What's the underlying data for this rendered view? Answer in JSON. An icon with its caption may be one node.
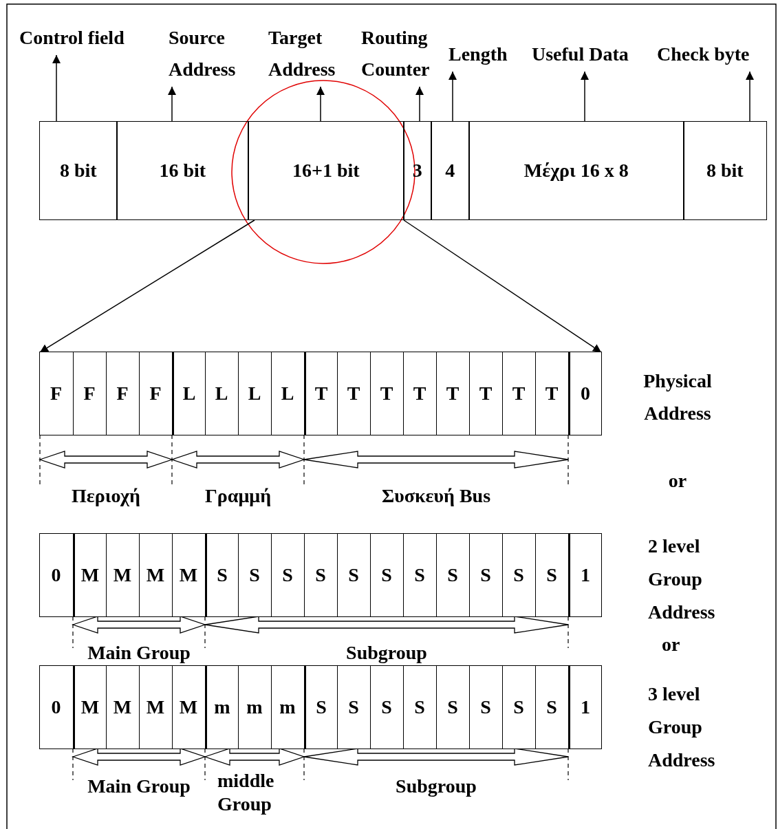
{
  "diagram": {
    "nodes": [
      {
        "text": [
          "8 bit"
        ]
      },
      {
        "text": [
          "16 bit"
        ]
      },
      {
        "text": [
          "16+1 bit"
        ]
      },
      {
        "text": [
          "3"
        ]
      },
      {
        "text": [
          "4"
        ]
      },
      {
        "text": [
          "Μέχρι 16 x 8"
        ]
      },
      {
        "text": [
          "8 bit"
        ]
      },
      {
        "text": [
          "Control field"
        ]
      },
      {
        "text": [
          "Source Address"
        ]
      },
      {
        "text": [
          "Target Address"
        ]
      },
      {
        "text": [
          "Routing Counter"
        ]
      },
      {
        "text": [
          "Length"
        ]
      },
      {
        "text": [
          "Useful Data"
        ]
      },
      {
        "text": [
          "Check byte"
        ]
      },
      {
        "text": [],
        "shape": "box"
      },
      {
        "text": [
          "F"
        ],
        "in": 14
      },
      {
        "text": [
          "F"
        ],
        "in": 14
      },
      {
        "text": [
          "F"
        ],
        "in": 14
      },
      {
        "text": [
          "F"
        ],
        "in": 14
      },
      {
        "text": [
          "L"
        ],
        "in": 14
      },
      {
        "text": [
          "L"
        ],
        "in": 14
      },
      {
        "text": [
          "L"
        ],
        "in": 14
      },
      {
        "text": [
          "L"
        ],
        "in": 14
      },
      {
        "text": [
          "T"
        ],
        "in": 14
      },
      {
        "text": [
          "T"
        ],
        "in": 14
      },
      {
        "text": [
          "T"
        ],
        "in": 14
      },
      {
        "text": [
          "T"
        ],
        "in": 14
      },
      {
        "text": [
          "T"
        ],
        "in": 14
      },
      {
        "text": [
          "T"
        ],
        "in": 14
      },
      {
        "text": [
          "T"
        ],
        "in": 14
      },
      {
        "text": [
          "T"
        ],
        "in": 14
      },
      {
        "text": [
          "0"
        ],
        "in": 14
      },
      {
        "text": [],
        "shape": "box"
      },
      {
        "text": [
          "0"
        ],
        "in": 32
      },
      {
        "text": [
          "M"
        ],
        "in": 32
      },
      {
        "text": [
          "M"
        ],
        "in": 32
      },
      {
        "text": [
          "M"
        ],
        "in": 32
      },
      {
        "text": [
          "M"
        ],
        "in": 32
      },
      {
        "text": [
          "S"
        ],
        "in": 32
      },
      {
        "text": [
          "S"
        ],
        "in": 32
      },
      {
        "text": [
          "S"
        ],
        "in": 32
      },
      {
        "text": [
          "S"
        ],
        "in": 32
      },
      {
        "text": [
          "S"
        ],
        "in": 32
      },
      {
        "text": [
          "S"
        ],
        "in": 32
      },
      {
        "text": [
          "S"
        ],
        "in": 32
      },
      {
        "text": [
          "S"
        ],
        "in": 32
      },
      {
        "text": [
          "S"
        ],
        "in": 32
      },
      {
        "text": [
          "S"
        ],
        "in": 32
      },
      {
        "text": [
          "S"
        ],
        "in": 32
      },
      {
        "text": [
          "1"
        ],
        "in": 32
      },
      {
        "text": [],
        "shape": "box"
      },
      {
        "text": [
          "0"
        ],
        "in": 50
      },
      {
        "text": [
          "M"
        ],
        "in": 50
      },
      {
        "text": [
          "M"
        ],
        "in": 50
      },
      {
        "text": [
          "M"
        ],
        "in": 50
      },
      {
        "text": [
          "M"
        ],
        "in": 50
      },
      {
        "text": [
          "m"
        ],
        "in": 50
      },
      {
        "text": [
          "m"
        ],
        "in": 50
      },
      {
        "text": [
          "m"
        ],
        "in": 50
      },
      {
        "text": [
          "S"
        ],
        "in": 50
      },
      {
        "text": [
          "S"
        ],
        "in": 50
      },
      {
        "text": [
          "S"
        ],
        "in": 50
      },
      {
        "text": [
          "S"
        ],
        "in": 50
      },
      {
        "text": [
          "S"
        ],
        "in": 50
      },
      {
        "text": [
          "S"
        ],
        "in": 50
      },
      {
        "text": [
          "S"
        ],
        "in": 50
      },
      {
        "text": [
          "S"
        ],
        "in": 50
      },
      {
        "text": [
          "1"
        ],
        "in": 50
      }
    ],
    "edges": [
      {
        "from": 0,
        "to": 7,
        "arrow": "to"
      },
      {
        "from": 1,
        "to": 8,
        "arrow": "to"
      },
      {
        "from": 2,
        "to": 9,
        "arrow": "to"
      },
      {
        "from": 3,
        "to": 10,
        "arrow": "to"
      },
      {
        "from": 4,
        "to": 11,
        "arrow": "to"
      },
      {
        "from": 5,
        "to": 12,
        "arrow": "to"
      },
      {
        "from": 6,
        "to": 13,
        "arrow": "to"
      },
      {
        "from": 2,
        "to": 14,
        "arrow": "to"
      },
      {
        "from": 2,
        "to": 14,
        "arrow": "to"
      },
      {
        "from": 15,
        "to": 18,
        "arrow": "both",
        "label": "Περιοχή"
      },
      {
        "from": 19,
        "to": 22,
        "arrow": "both",
        "label": "Γραμμή"
      },
      {
        "from": 23,
        "to": 30,
        "arrow": "both",
        "label": "Συσκευή Bus"
      },
      {
        "from": 34,
        "to": 37,
        "arrow": "both",
        "label": "Main Group"
      },
      {
        "from": 38,
        "to": 48,
        "arrow": "both",
        "label": "Subgroup"
      },
      {
        "from": 52,
        "to": 55,
        "arrow": "both",
        "label": "Main Group"
      },
      {
        "from": 56,
        "to": 58,
        "arrow": "both",
        "label": "middle Group"
      },
      {
        "from": 59,
        "to": 66,
        "arrow": "both",
        "label": "Subgroup"
      }
    ],
    "labels": [
      "Physical Address",
      "or",
      "2 level Group Address",
      "or",
      "3 level Group Address"
    ]
  }
}
